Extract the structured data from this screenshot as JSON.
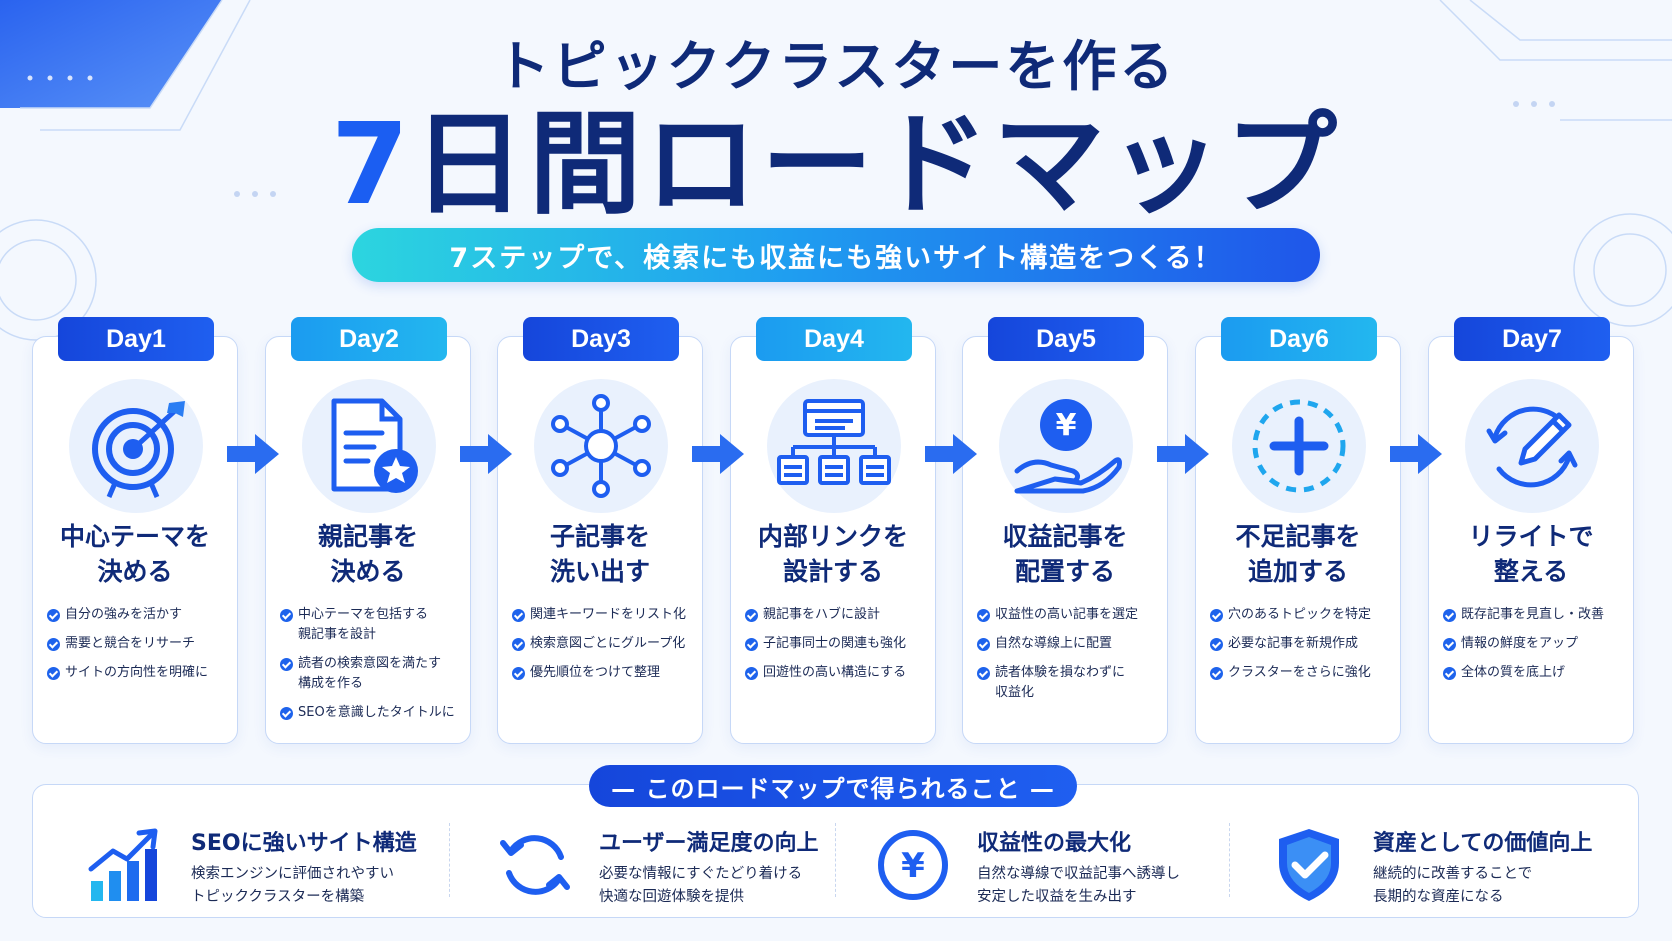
{
  "header": {
    "subtitle": "トピッククラスターを作る",
    "title_num": "7",
    "title_rest": "日間ロードマップ",
    "tagline": "7ステップで、検索にも収益にも強いサイト構造をつくる！"
  },
  "days": [
    {
      "badge": "Day1",
      "icon": "target-icon",
      "title1": "中心テーマを",
      "title2": "決める",
      "items": [
        "自分の強みを活かす",
        "需要と競合をリサーチ",
        "サイトの方向性を明確に"
      ]
    },
    {
      "badge": "Day2",
      "icon": "document-star-icon",
      "title1": "親記事を",
      "title2": "決める",
      "items": [
        "中心テーマを包括する\n親記事を設計",
        "読者の検索意図を満たす\n構成を作る",
        "SEOを意識したタイトルに"
      ]
    },
    {
      "badge": "Day3",
      "icon": "network-hub-icon",
      "title1": "子記事を",
      "title2": "洗い出す",
      "items": [
        "関連キーワードをリスト化",
        "検索意図ごとにグループ化",
        "優先順位をつけて整理"
      ]
    },
    {
      "badge": "Day4",
      "icon": "sitemap-icon",
      "title1": "内部リンクを",
      "title2": "設計する",
      "items": [
        "親記事をハブに設計",
        "子記事同士の関連も強化",
        "回遊性の高い構造にする"
      ]
    },
    {
      "badge": "Day5",
      "icon": "yen-hand-icon",
      "title1": "収益記事を",
      "title2": "配置する",
      "items": [
        "収益性の高い記事を選定",
        "自然な導線上に配置",
        "読者体験を損なわずに\n収益化"
      ]
    },
    {
      "badge": "Day6",
      "icon": "dashed-plus-icon",
      "title1": "不足記事を",
      "title2": "追加する",
      "items": [
        "穴のあるトピックを特定",
        "必要な記事を新規作成",
        "クラスターをさらに強化"
      ]
    },
    {
      "badge": "Day7",
      "icon": "refresh-pencil-icon",
      "title1": "リライトで",
      "title2": "整える",
      "items": [
        "既存記事を見直し・改善",
        "情報の鮮度をアップ",
        "全体の質を底上げ"
      ]
    }
  ],
  "benefits_label": "— このロードマップで得られること —",
  "benefits": [
    {
      "icon": "growth-chart-icon",
      "title": "SEOに強いサイト構造",
      "desc1": "検索エンジンに評価されやすい",
      "desc2": "トピッククラスターを構築"
    },
    {
      "icon": "cycle-arrows-icon",
      "title": "ユーザー満足度の向上",
      "desc1": "必要な情報にすぐたどり着ける",
      "desc2": "快適な回遊体験を提供"
    },
    {
      "icon": "yen-coin-icon",
      "title": "収益性の最大化",
      "desc1": "自然な導線で収益記事へ誘導し",
      "desc2": "安定した収益を生み出す"
    },
    {
      "icon": "shield-check-icon",
      "title": "資産としての価値向上",
      "desc1": "継続的に改善することで",
      "desc2": "長期的な資産になる"
    }
  ],
  "colors": {
    "navy": "#0f2a78",
    "blue": "#1b5ef2",
    "cyan": "#23b7ef",
    "light_bg": "#e9f1fd"
  }
}
